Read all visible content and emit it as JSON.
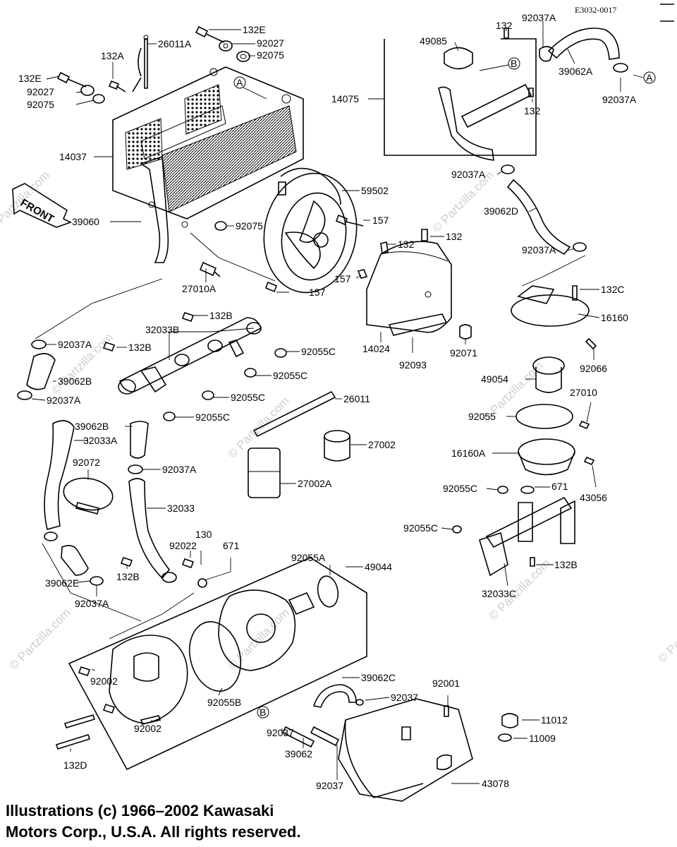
{
  "diagram_code": "E3032-0017",
  "front_label": "FRONT",
  "ref_markers": {
    "a": "A",
    "b": "B"
  },
  "watermark": "© Partzilla.com",
  "copyright": {
    "line1": "Illustrations (c) 1966–2002 Kawasaki",
    "line2": "Motors Corp., U.S.A.  All rights reserved."
  },
  "labels": {
    "l132E_top": "132E",
    "l26011A": "26011A",
    "l92027_top": "92027",
    "l92075_top": "92075",
    "l132A": "132A",
    "l132E_left": "132E",
    "l92027_left": "92027",
    "l92075_left": "92075",
    "l14037": "14037",
    "l39060": "39060",
    "l92075_mid": "92075",
    "l27010A": "27010A",
    "l59502": "59502",
    "l157_a": "157",
    "l157_b": "157",
    "l157_c": "157",
    "l132_fan": "132",
    "l132_cov": "132",
    "l14024": "14024",
    "l92093": "92093",
    "l92071": "92071",
    "l132_tr": "132",
    "l92037A_tr": "92037A",
    "l49085": "49085",
    "l39062A": "39062A",
    "l92037A_tr2": "92037A",
    "l14075": "14075",
    "l132_tr2": "132",
    "l92037A_r1": "92037A",
    "l39062D": "39062D",
    "l92037A_r2": "92037A",
    "l132C": "132C",
    "l16160": "16160",
    "l92066": "92066",
    "l49054": "49054",
    "l27010": "27010",
    "l92055": "92055",
    "l16160A": "16160A",
    "l43056": "43056",
    "l92055C_r1": "92055C",
    "l671_r": "671",
    "l92055C_r2": "92055C",
    "l132B_r": "132B",
    "l32033C": "32033C",
    "l132B_a": "132B",
    "l32033B": "32033B",
    "l132B_b": "132B",
    "l92055C_a": "92055C",
    "l92055C_b": "92055C",
    "l92055C_c": "92055C",
    "l92055C_d": "92055C",
    "l92037A_l1": "92037A",
    "l39062B": "39062B",
    "l92037A_l2": "92037A",
    "l39062B_b": "39062B",
    "l32033A": "32033A",
    "l26011": "26011",
    "l27002": "27002",
    "l27002A": "27002A",
    "l92072": "92072",
    "l92037A_l3": "92037A",
    "l32033": "32033",
    "l130": "130",
    "l92022": "92022",
    "l671_c": "671",
    "l132B_c": "132B",
    "l92055A": "92055A",
    "l49044": "49044",
    "l39062E": "39062E",
    "l92037A_l4": "92037A",
    "l92002_a": "92002",
    "l92055B": "92055B",
    "l92002_b": "92002",
    "l132D": "132D",
    "l39062C": "39062C",
    "l92001": "92001",
    "l92037_a": "92037",
    "l11012": "11012",
    "l11009": "11009",
    "l92037_b": "92037",
    "l39062": "39062",
    "l43078": "43078",
    "l92037_c": "92037"
  }
}
